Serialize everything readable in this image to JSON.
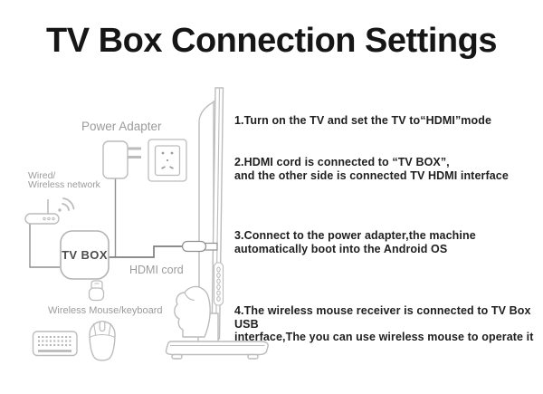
{
  "title": "TV Box Connection Settings",
  "diagram": {
    "labels": {
      "power_adapter": "Power Adapter",
      "network": "Wired/\nWireless network",
      "tv_box": "TV BOX",
      "hdmi_cord": "HDMI cord",
      "wireless_mouse_keyboard": "Wireless Mouse/keyboard"
    },
    "icons": [
      "power-adapter-icon",
      "wall-socket-icon",
      "router-icon",
      "wifi-signal-icon",
      "tv-box-icon",
      "usb-dongle-icon",
      "keyboard-icon",
      "mouse-icon",
      "tv-side-icon",
      "tv-ports-icon",
      "tv-stand-icon",
      "hand-icon",
      "hdmi-plug-icon",
      "power-cable",
      "router-cable",
      "hdmi-cable"
    ],
    "colors": {
      "icon_outline": "#bcbcbc",
      "cable": "#8f8f8f",
      "label_text": "#9b9b9b",
      "tv_box_text": "#4d4d4d"
    }
  },
  "instructions": [
    "1.Turn on the TV and set the TV to“HDMI”mode",
    "2.HDMI cord is connected to “TV BOX”,\nand the other side is connected TV HDMI interface",
    "3.Connect to the power adapter,the machine\nautomatically boot into the Android OS",
    "4.The wireless mouse receiver is connected to TV Box USB\ninterface,The you can use wireless mouse to operate it"
  ],
  "text_color": "#202020",
  "background": "#ffffff"
}
